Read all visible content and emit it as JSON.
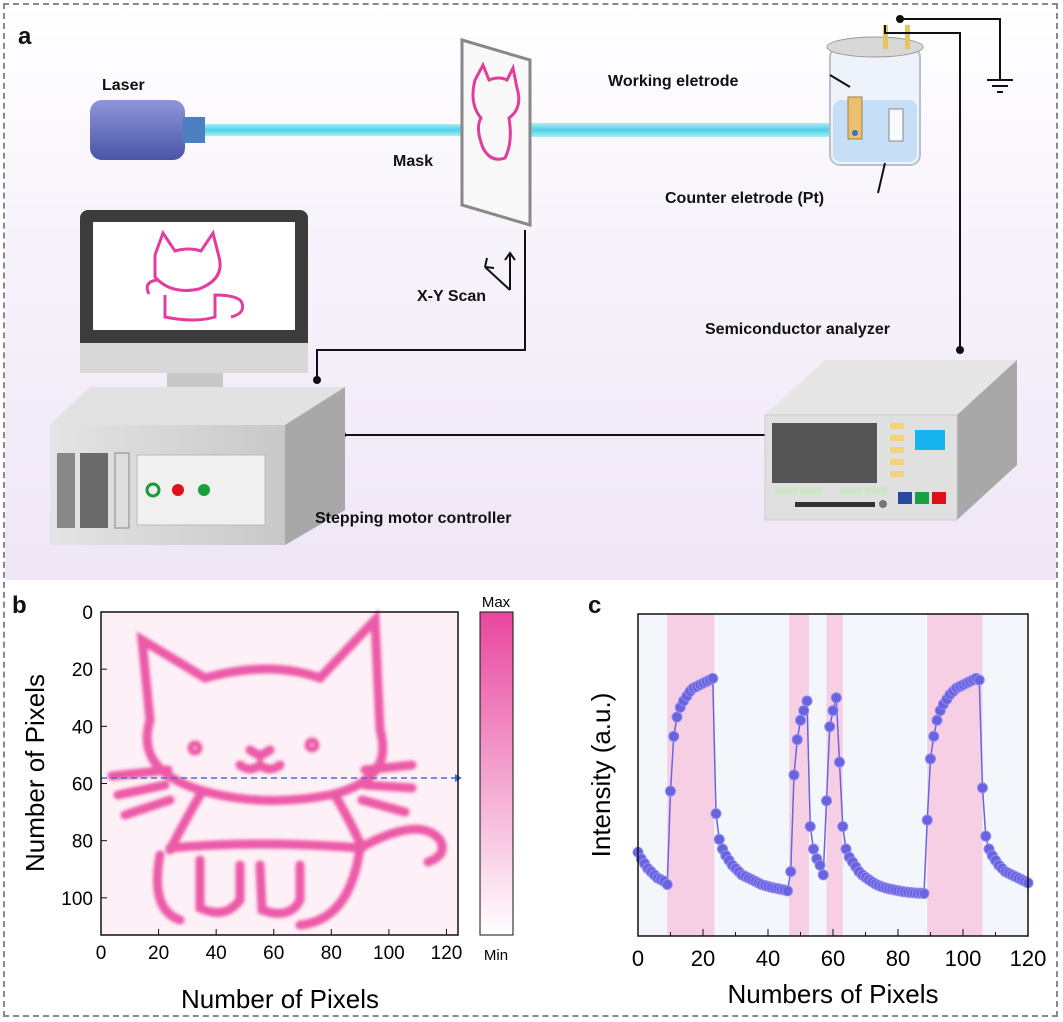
{
  "panel_a": {
    "label": "a",
    "labels": {
      "laser": "Laser",
      "mask": "Mask",
      "xy_scan": "X-Y Scan",
      "working_electrode": "Working eletrode",
      "counter_electrode": "Counter eletrode (Pt)",
      "semiconductor_analyzer": "Semiconductor analyzer",
      "stepping_motor_controller": "Stepping motor controller"
    },
    "colors": {
      "beam": "#5fd6e8",
      "cat": "#e23c9c",
      "screen": "#18b4f0"
    }
  },
  "chart_data": [
    {
      "panel": "b",
      "type": "heatmap",
      "title": "",
      "xlabel": "Number of Pixels",
      "ylabel": "Number of Pixels",
      "xticks": [
        0,
        20,
        40,
        60,
        80,
        100,
        120
      ],
      "yticks": [
        0,
        20,
        40,
        60,
        80,
        100
      ],
      "xlim": [
        0,
        124
      ],
      "ylim": [
        0,
        113
      ],
      "colorbar": {
        "max_label": "Max",
        "min_label": "Min",
        "max_color": "#e8479e",
        "min_color": "#ffffff"
      },
      "line_scan_row": 60,
      "image": "cat-drawing"
    },
    {
      "panel": "c",
      "type": "scatter",
      "title": "",
      "xlabel": "Numbers of Pixels",
      "ylabel": "Intensity (a.u.)",
      "xticks": [
        0,
        20,
        40,
        60,
        80,
        100,
        120
      ],
      "xlim": [
        0,
        120
      ],
      "ylim": [
        0,
        1
      ],
      "marker_color": "#6a63e0",
      "highlight_bands": [
        [
          9,
          23.5
        ],
        [
          46.5,
          52.6
        ],
        [
          58,
          63
        ],
        [
          89,
          106
        ]
      ],
      "band_color": "#f7c8e0",
      "x_start": 0,
      "values": [
        0.26,
        0.24,
        0.225,
        0.21,
        0.2,
        0.19,
        0.18,
        0.175,
        0.17,
        0.16,
        0.45,
        0.62,
        0.68,
        0.71,
        0.73,
        0.745,
        0.76,
        0.77,
        0.775,
        0.78,
        0.785,
        0.79,
        0.795,
        0.8,
        0.38,
        0.3,
        0.27,
        0.25,
        0.235,
        0.22,
        0.21,
        0.2,
        0.19,
        0.185,
        0.18,
        0.175,
        0.17,
        0.165,
        0.16,
        0.157,
        0.154,
        0.151,
        0.149,
        0.147,
        0.145,
        0.143,
        0.14,
        0.2,
        0.5,
        0.61,
        0.67,
        0.7,
        0.73,
        0.34,
        0.27,
        0.24,
        0.22,
        0.19,
        0.42,
        0.65,
        0.7,
        0.74,
        0.54,
        0.34,
        0.27,
        0.245,
        0.23,
        0.215,
        0.2,
        0.19,
        0.182,
        0.175,
        0.168,
        0.162,
        0.157,
        0.153,
        0.15,
        0.147,
        0.145,
        0.143,
        0.141,
        0.139,
        0.137,
        0.136,
        0.135,
        0.134,
        0.133,
        0.133,
        0.132,
        0.36,
        0.55,
        0.62,
        0.67,
        0.7,
        0.72,
        0.735,
        0.75,
        0.76,
        0.77,
        0.775,
        0.78,
        0.785,
        0.79,
        0.795,
        0.8,
        0.795,
        0.46,
        0.31,
        0.27,
        0.25,
        0.235,
        0.22,
        0.21,
        0.2,
        0.195,
        0.19,
        0.185,
        0.18,
        0.175,
        0.17,
        0.165
      ]
    }
  ],
  "panel_b": {
    "label": "b"
  },
  "panel_c": {
    "label": "c"
  }
}
